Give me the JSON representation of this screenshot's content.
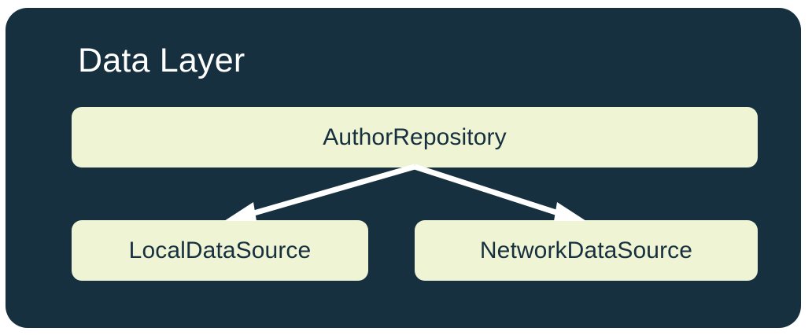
{
  "diagram": {
    "title": "Data Layer",
    "panel_color": "#17303f",
    "node_fill_color": "#eef4d4",
    "node_text_color": "#17303f",
    "title_color": "#ffffff",
    "connector_color": "#ffffff",
    "nodes": [
      {
        "id": "author-repository",
        "label": "AuthorRepository",
        "role": "repository"
      },
      {
        "id": "local-data-source",
        "label": "LocalDataSource",
        "role": "data-source"
      },
      {
        "id": "network-data-source",
        "label": "NetworkDataSource",
        "role": "data-source"
      }
    ],
    "connections": [
      {
        "from": "AuthorRepository",
        "to": "LocalDataSource",
        "style": "arrow"
      },
      {
        "from": "AuthorRepository",
        "to": "NetworkDataSource",
        "style": "arrow"
      }
    ]
  }
}
